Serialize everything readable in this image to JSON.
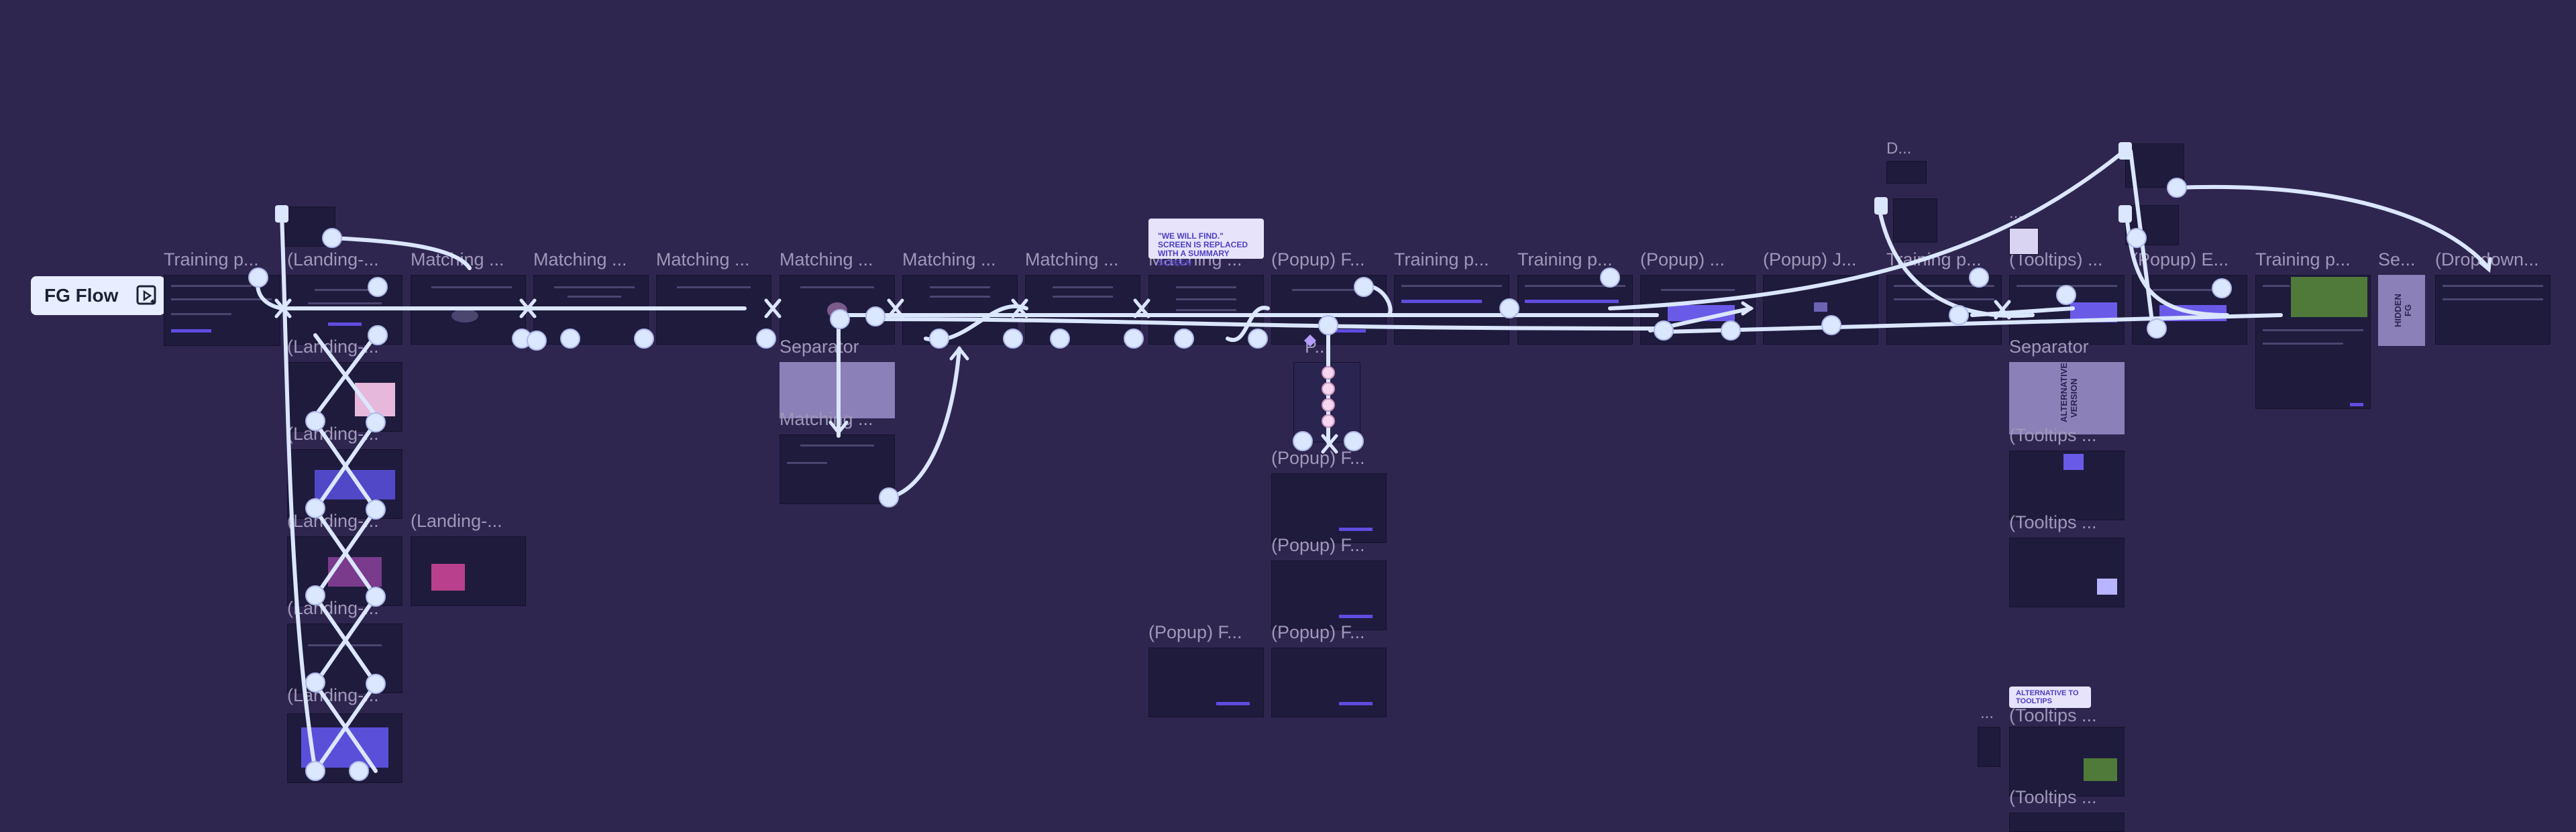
{
  "flow": {
    "label": "FG Flow",
    "icon": "play-flow-icon"
  },
  "frame_labels": {
    "training1": "Training p...",
    "landing1": "(Landing-...",
    "matching1": "Matching ...",
    "matching2": "Matching ...",
    "matching3": "Matching ...",
    "matching4": "Matching ...",
    "matching5": "Matching ...",
    "matching6": "Matching ...",
    "matching7": "Matching ...",
    "popupF1": "(Popup) F...",
    "training2": "Training p...",
    "training3": "Training p...",
    "popup1": "(Popup) ...",
    "popupJ": "(Popup) J...",
    "training4": "Training p...",
    "tooltips1": "(Tooltips) ...",
    "popupE": "(Popup) E...",
    "training5": "Training p...",
    "se": "Se...",
    "dropdown": "(Dropdown...",
    "landing2": "(Landing-...",
    "landing3": "(Landing-...",
    "landing4": "(Landing-...",
    "landing5": "(Landing-...",
    "landing6": "(Landing-...",
    "landingSide": "(Landing-...",
    "separator1": "Separator",
    "matchingSub": "Matching ...",
    "component": "P...",
    "popupF2": "(Popup) F...",
    "popupF3": "(Popup) F...",
    "popupF4": "(Popup) F...",
    "popupF5": "(Popup) F...",
    "separator2": "Separator",
    "tooltips2": "(Tooltips ...",
    "tooltips3": "(Tooltips ...",
    "tooltips4": "(Tooltips ...",
    "tooltips5": "(Tooltips ...",
    "d": "D...",
    "dots1": "...",
    "dots2": "..."
  },
  "notes": {
    "summary": "\"WE WILL FIND.\" SCREEN IS REPLACED WITH A SUMMARY SCREEN",
    "alternative": "ALTERNATIVE TO TOOLTIPS",
    "hidden_fg": "HIDDEN FG",
    "alt_version": "ALTERNATIVE VERSION"
  },
  "colors": {
    "canvas": "#2f2650",
    "frame": "#1f1b3d",
    "wire": "#dbe6ff",
    "label": "#9f98b8",
    "accent": "#5f4ce0",
    "separator": "#8b80b8"
  }
}
